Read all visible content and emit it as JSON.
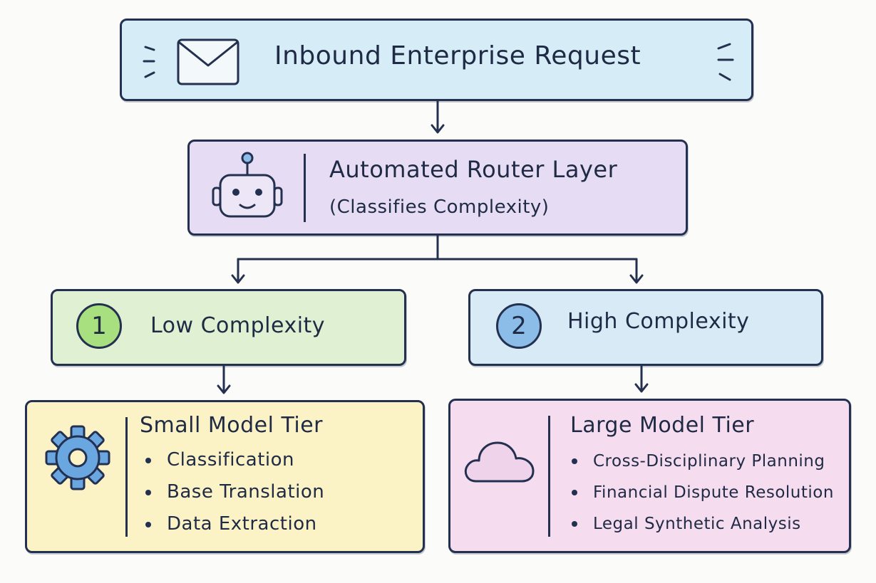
{
  "inbound": {
    "title": "Inbound Enterprise Request"
  },
  "router": {
    "title": "Automated Router Layer",
    "subtitle": "(Classifies Complexity)"
  },
  "low": {
    "number": "1",
    "title": "Low Complexity"
  },
  "high": {
    "number": "2",
    "title": "High Complexity"
  },
  "small_tier": {
    "title": "Small Model Tier",
    "items": [
      "Classification",
      "Base Translation",
      "Data Extraction"
    ]
  },
  "large_tier": {
    "title": "Large Model Tier",
    "items": [
      "Cross-Disciplinary Planning",
      "Financial Dispute Resolution",
      "Legal Synthetic Analysis"
    ]
  },
  "colors": {
    "inbound": "#d6ecf7",
    "router": "#e6dcf3",
    "low": "#dff1d2",
    "high": "#d8eaf5",
    "small": "#fbf2c6",
    "large": "#f6dcef",
    "badge_low": "#a9e07f",
    "badge_high": "#8bbde8",
    "gear": "#6aa7e0",
    "outline": "#24304f"
  },
  "icons": [
    "envelope-icon",
    "robot-icon",
    "gear-icon",
    "cloud-icon"
  ]
}
